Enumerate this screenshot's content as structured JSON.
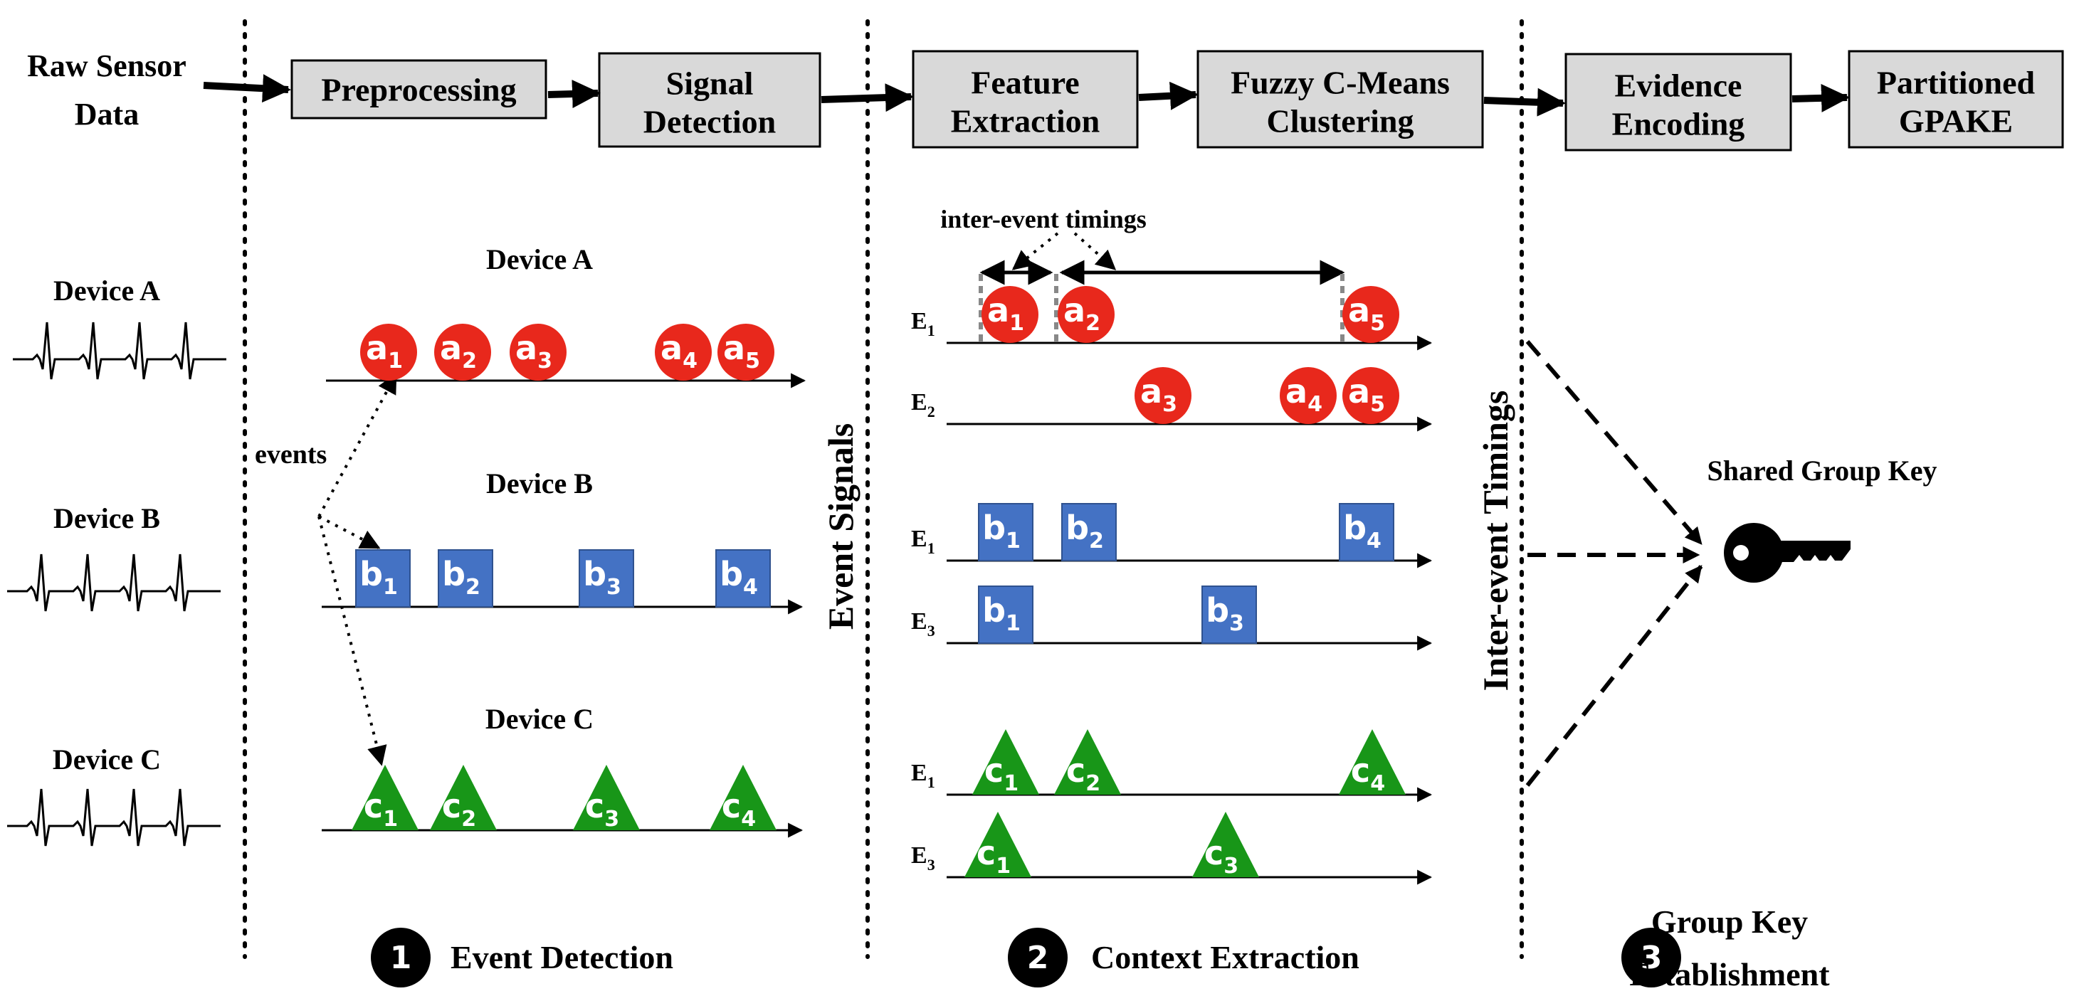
{
  "colors": {
    "event_a": "#e8281c",
    "event_b": "#4472c4",
    "event_c": "#189618",
    "stage_box_fill": "#d9d9d9",
    "stroke": "#000000"
  },
  "pipeline": {
    "input_label_line1": "Raw Sensor",
    "input_label_line2": "Data",
    "stages": [
      {
        "line1": "Preprocessing",
        "line2": ""
      },
      {
        "line1": "Signal",
        "line2": "Detection"
      },
      {
        "line1": "Feature",
        "line2": "Extraction"
      },
      {
        "line1": "Fuzzy C-Means",
        "line2": "Clustering"
      },
      {
        "line1": "Evidence",
        "line2": "Encoding"
      },
      {
        "line1": "Partitioned",
        "line2": "GPAKE"
      }
    ]
  },
  "devices": [
    {
      "name": "Device A",
      "signal_icon": "ecg-waveform-icon"
    },
    {
      "name": "Device B",
      "signal_icon": "ecg-waveform-icon"
    },
    {
      "name": "Device C",
      "signal_icon": "ecg-waveform-icon"
    }
  ],
  "event_detection": {
    "events_label": "events",
    "device_titles": [
      "Device A",
      "Device B",
      "Device C"
    ],
    "rows": [
      {
        "shape": "circle",
        "letter": "a",
        "subs": [
          "1",
          "2",
          "3",
          "4",
          "5"
        ]
      },
      {
        "shape": "square",
        "letter": "b",
        "subs": [
          "1",
          "2",
          "3",
          "4"
        ]
      },
      {
        "shape": "triangle",
        "letter": "c",
        "subs": [
          "1",
          "2",
          "3",
          "4"
        ]
      }
    ]
  },
  "divider_labels": {
    "event_signals": "Event Signals",
    "inter_event_timings": "Inter-event Timings"
  },
  "context_extraction": {
    "timing_label": "inter-event timings",
    "groups": [
      {
        "shape": "circle",
        "rows": [
          {
            "label": "E",
            "label_sub": "1",
            "letter": "a",
            "subs": [
              "1",
              "2",
              "5"
            ]
          },
          {
            "label": "E",
            "label_sub": "2",
            "letter": "a",
            "subs": [
              "3",
              "4",
              "5"
            ]
          }
        ]
      },
      {
        "shape": "square",
        "rows": [
          {
            "label": "E",
            "label_sub": "1",
            "letter": "b",
            "subs": [
              "1",
              "2",
              "4"
            ]
          },
          {
            "label": "E",
            "label_sub": "3",
            "letter": "b",
            "subs": [
              "1",
              "3"
            ]
          }
        ]
      },
      {
        "shape": "triangle",
        "rows": [
          {
            "label": "E",
            "label_sub": "1",
            "letter": "c",
            "subs": [
              "1",
              "2",
              "4"
            ]
          },
          {
            "label": "E",
            "label_sub": "3",
            "letter": "c",
            "subs": [
              "1",
              "3"
            ]
          }
        ]
      }
    ]
  },
  "key_establishment": {
    "title": "Shared Group Key",
    "icon": "key-icon"
  },
  "steps": [
    {
      "number": "1",
      "line1": "Event Detection",
      "line2": ""
    },
    {
      "number": "2",
      "line1": "Context Extraction",
      "line2": ""
    },
    {
      "number": "3",
      "line1": "Group Key",
      "line2": "Establishment"
    }
  ]
}
